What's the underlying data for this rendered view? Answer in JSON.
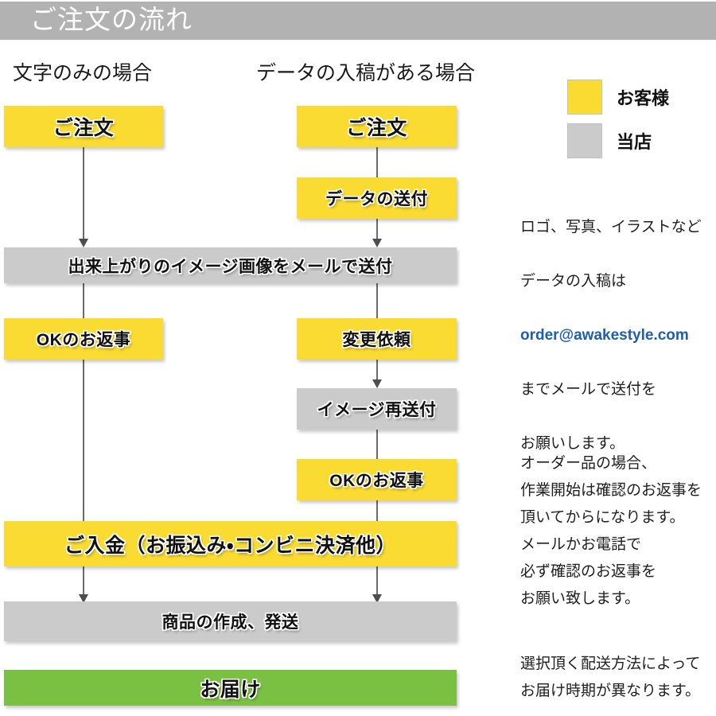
{
  "header": {
    "title": "ご注文の流れ",
    "bar_color": "#b2b2b2",
    "text_color": "#ffffff"
  },
  "columns": {
    "left_heading": "文字のみの場合",
    "right_heading": "データの入稿がある場合"
  },
  "legend": {
    "items": [
      {
        "label": "お客様",
        "color": "#fadb32",
        "role": "customer"
      },
      {
        "label": "当店",
        "color": "#cbcbcb",
        "role": "shop"
      }
    ]
  },
  "flow": {
    "left_column": [
      {
        "id": "order-left",
        "label": "ご注文",
        "fill": "customer"
      },
      {
        "id": "ok-reply-left",
        "label": "OKのお返事",
        "fill": "customer"
      }
    ],
    "right_column": [
      {
        "id": "order-right",
        "label": "ご注文",
        "fill": "customer"
      },
      {
        "id": "send-data",
        "label": "データの送付",
        "fill": "customer"
      },
      {
        "id": "change-request",
        "label": "変更依頼",
        "fill": "customer"
      },
      {
        "id": "resend-image",
        "label": "イメージ再送付",
        "fill": "shop"
      },
      {
        "id": "ok-reply-right",
        "label": "OKのお返事",
        "fill": "customer"
      }
    ],
    "full_width": [
      {
        "id": "send-image",
        "label": "出来上がりのイメージ画像をメールで送付",
        "fill": "shop"
      },
      {
        "id": "payment",
        "label": "ご入金（お振込み・コンビニ決済他）",
        "fill": "customer"
      },
      {
        "id": "make-ship",
        "label": "商品の作成、発送",
        "fill": "shop"
      },
      {
        "id": "delivery",
        "label": "お届け",
        "fill": "deliver"
      }
    ]
  },
  "notes": {
    "data_submission": {
      "line1": "ロゴ、写真、イラストなど",
      "line2": "データの入稿は",
      "email": "order@awakestyle.com",
      "line4": "までメールで送付を",
      "line5": "お願いします。"
    },
    "order_confirmation": "オーダー品の場合、\n作業開始は確認のお返事を\n頂いてからになります。\nメールかお電話で\n必ず確認のお返事を\nお願い致します。",
    "shipping_note": "選択頂く配送方法によって\nお届け時期が異なります。"
  },
  "colors": {
    "customer": "#fadb32",
    "shop": "#cbcbcb",
    "delivery": "#7ac143",
    "header": "#b2b2b2",
    "email_link": "#1f5fa9",
    "connector": "#6b6b6b"
  }
}
